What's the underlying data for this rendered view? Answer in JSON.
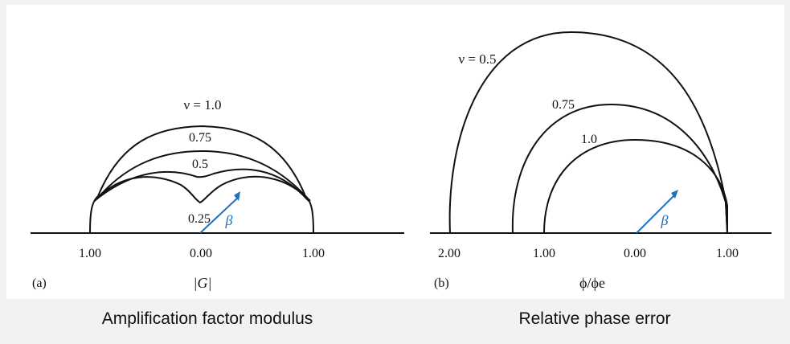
{
  "colors": {
    "background": "#f2f2f2",
    "panel": "#ffffff",
    "ink": "#111111",
    "beta_accent": "#1f6fbf"
  },
  "panel_a": {
    "tag": "(a)",
    "axis_label": "|G|",
    "tick_labels": [
      "1.00",
      "0.00",
      "1.00"
    ],
    "curve_labels": {
      "v1": "ν = 1.0",
      "v075": "0.75",
      "v05": "0.5",
      "v025": "0.25"
    },
    "beta_symbol": "β",
    "caption": "Amplification factor modulus"
  },
  "panel_b": {
    "tag": "(b)",
    "axis_label": "ϕ/ϕe",
    "tick_labels": [
      "2.00",
      "1.00",
      "0.00",
      "1.00"
    ],
    "curve_labels": {
      "v05": "ν = 0.5",
      "v075": "0.75",
      "v1": "1.0"
    },
    "beta_symbol": "β",
    "caption": "Relative phase error"
  }
}
